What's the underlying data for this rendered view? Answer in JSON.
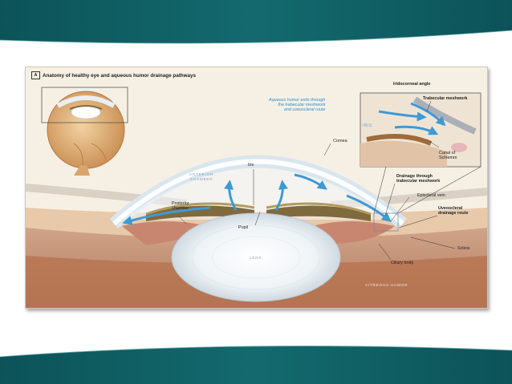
{
  "figure": {
    "panel_letter": "A",
    "title": "Anatomy of healthy eye and aqueous humor drainage pathways"
  },
  "labels": {
    "iridocorneal_angle": "Iridocorneal angle",
    "trabecular_meshwork": "Trabecular meshwork",
    "aqueous_note": [
      "Aqueous humor exits through",
      "the trabecular meshwork",
      "and uveoscleral route"
    ],
    "iris_inset": "IRIS",
    "canal": [
      "Canal of",
      "Schlemm"
    ],
    "cornea": "Cornea",
    "iris": "Iris",
    "anterior_chamber": [
      "ANTERIOR",
      "CHAMBER"
    ],
    "drainage_trabecular": [
      "Drainage through",
      "trabecular meshwork"
    ],
    "episcleral_vein": "Episcleral vein",
    "posterior_chamber": [
      "Posterior",
      "chamber"
    ],
    "uveoscleral": [
      "Uveoscleral",
      "drainage route"
    ],
    "pupil": "Pupil",
    "sclera": "Sclera",
    "lens": "LENS",
    "ciliary_body": "Ciliary body",
    "vitreous_humor": "VITREOUS HUMOR"
  },
  "colors": {
    "band": "#0f5e62",
    "aqueous_flow": "#3d9ad6",
    "callout_text": "#2a8fcf"
  }
}
